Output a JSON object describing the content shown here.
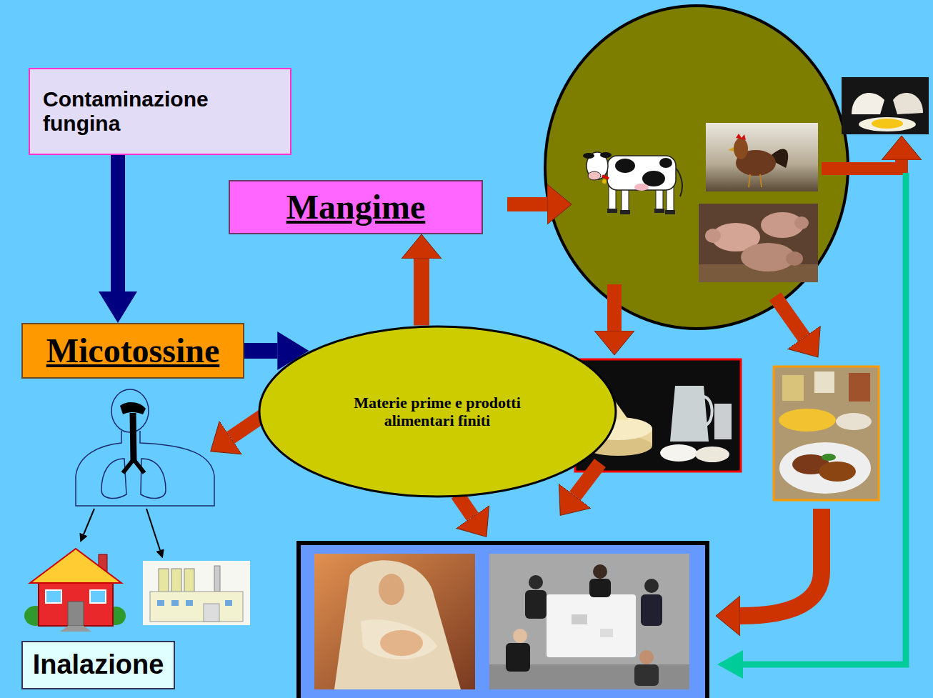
{
  "diagram": {
    "nodes": [
      {
        "text": [
          "Contaminazione fungina"
        ]
      },
      {
        "text": [
          "Micotossine"
        ]
      },
      {
        "text": [
          "Mangime"
        ]
      },
      {
        "text": [
          "Materie prime e prodotti alimentari finiti"
        ]
      },
      {
        "text": [
          "Inalazione"
        ]
      }
    ],
    "edges": [
      {
        "from": 0,
        "to": 1,
        "arrow": "to"
      },
      {
        "from": 1,
        "to": 3,
        "arrow": "to"
      },
      {
        "from": 3,
        "to": 2,
        "arrow": "to"
      }
    ]
  }
}
